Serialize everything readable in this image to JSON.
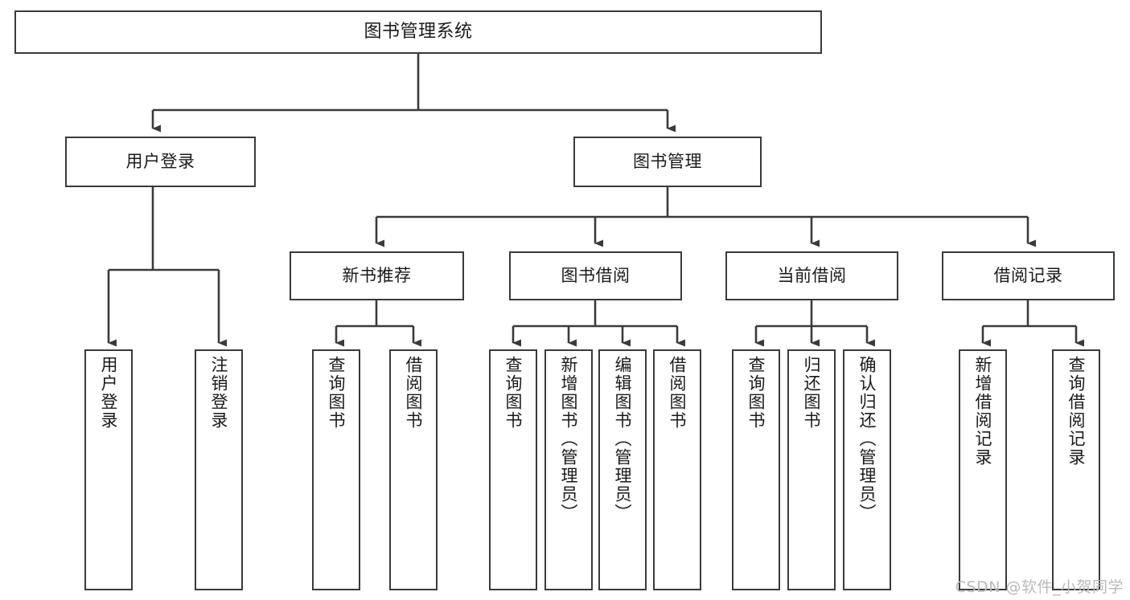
{
  "diagram": {
    "title": "图书管理系统",
    "type": "tree",
    "watermark": "CSDN @软件_小贺同学",
    "colors": {
      "node_border": "#3a3a3a",
      "node_fill": "#ffffff",
      "edge": "#3a3a3a",
      "text": "#1a1a1a",
      "watermark": "#b9b9b9",
      "background": "#ffffff"
    },
    "levels": [
      {
        "level": 0,
        "nodes": [
          {
            "id": "root",
            "label": "图书管理系统",
            "orientation": "horizontal"
          }
        ]
      },
      {
        "level": 1,
        "nodes": [
          {
            "id": "l1-0",
            "label": "用户登录",
            "orientation": "horizontal",
            "parent": "root"
          },
          {
            "id": "l1-1",
            "label": "图书管理",
            "orientation": "horizontal",
            "parent": "root"
          }
        ]
      },
      {
        "level": 2,
        "nodes": [
          {
            "id": "l2-0",
            "label": "新书推荐",
            "orientation": "horizontal",
            "parent": "l1-1"
          },
          {
            "id": "l2-1",
            "label": "图书借阅",
            "orientation": "horizontal",
            "parent": "l1-1"
          },
          {
            "id": "l2-2",
            "label": "当前借阅",
            "orientation": "horizontal",
            "parent": "l1-1"
          },
          {
            "id": "l2-3",
            "label": "借阅记录",
            "orientation": "horizontal",
            "parent": "l1-1"
          }
        ]
      },
      {
        "level": 3,
        "nodes": [
          {
            "id": "l3-0",
            "label": "用户登录",
            "orientation": "vertical",
            "parent": "l1-0"
          },
          {
            "id": "l3-1",
            "label": "注销登录",
            "orientation": "vertical",
            "parent": "l1-0"
          },
          {
            "id": "l3-2",
            "label": "查询图书",
            "orientation": "vertical",
            "parent": "l2-0"
          },
          {
            "id": "l3-3",
            "label": "借阅图书",
            "orientation": "vertical",
            "parent": "l2-0"
          },
          {
            "id": "l3-4",
            "label": "查询图书",
            "orientation": "vertical",
            "parent": "l2-1"
          },
          {
            "id": "l3-5",
            "label": "新增图书（管理员）",
            "orientation": "vertical",
            "parent": "l2-1"
          },
          {
            "id": "l3-6",
            "label": "编辑图书（管理员）",
            "orientation": "vertical",
            "parent": "l2-1"
          },
          {
            "id": "l3-7",
            "label": "借阅图书",
            "orientation": "vertical",
            "parent": "l2-1"
          },
          {
            "id": "l3-8",
            "label": "查询图书",
            "orientation": "vertical",
            "parent": "l2-2"
          },
          {
            "id": "l3-9",
            "label": "归还图书",
            "orientation": "vertical",
            "parent": "l2-2"
          },
          {
            "id": "l3-10",
            "label": "确认归还（管理员）",
            "orientation": "vertical",
            "parent": "l2-2"
          },
          {
            "id": "l3-11",
            "label": "新增借阅记录",
            "orientation": "vertical",
            "parent": "l2-3"
          },
          {
            "id": "l3-12",
            "label": "查询借阅记录",
            "orientation": "vertical",
            "parent": "l2-3"
          }
        ]
      }
    ]
  }
}
